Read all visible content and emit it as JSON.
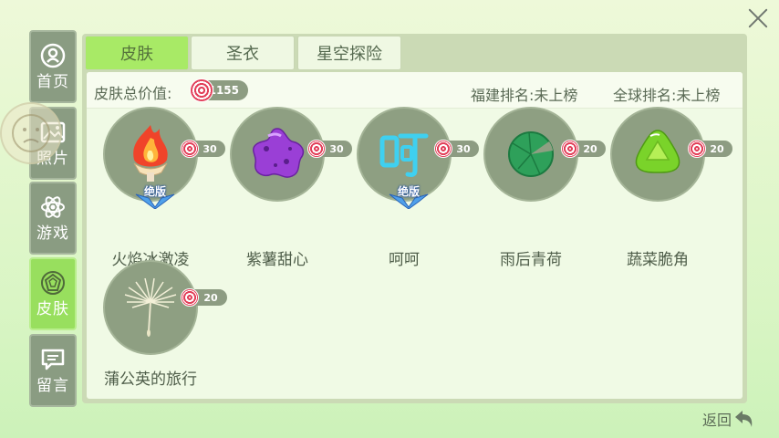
{
  "sidebar": {
    "items": [
      {
        "label": "首页",
        "icon": "profile-icon"
      },
      {
        "label": "照片",
        "icon": "photo-icon"
      },
      {
        "label": "游戏",
        "icon": "atom-icon"
      },
      {
        "label": "皮肤",
        "icon": "diamond-icon",
        "active": true
      },
      {
        "label": "留言",
        "icon": "message-icon"
      }
    ]
  },
  "tabs": [
    {
      "label": "皮肤",
      "active": true
    },
    {
      "label": "圣衣",
      "active": false
    },
    {
      "label": "星空探险",
      "active": false
    }
  ],
  "stats": {
    "total_value_label": "皮肤总价值:",
    "total_value": "1155",
    "province_rank": "福建排名:未上榜",
    "global_rank": "全球排名:未上榜"
  },
  "items": [
    {
      "name": "火焰冰激凌",
      "price": "30",
      "limited": "绝版",
      "icon": "flame-icecream-icon"
    },
    {
      "name": "紫薯甜心",
      "price": "30",
      "limited": "",
      "icon": "purple-blob-icon"
    },
    {
      "name": "呵呵",
      "price": "30",
      "limited": "绝版",
      "icon": "hehe-text-icon"
    },
    {
      "name": "雨后青荷",
      "price": "20",
      "limited": "",
      "icon": "lotus-leaf-icon"
    },
    {
      "name": "蔬菜脆角",
      "price": "20",
      "limited": "",
      "icon": "green-gem-icon"
    },
    {
      "name": "蒲公英的旅行",
      "price": "20",
      "limited": "",
      "icon": "dandelion-icon"
    }
  ],
  "footer": {
    "back_label": "返回"
  },
  "colors": {
    "accent": "#a8ea66",
    "nav_bg": "#8a9c82",
    "candy": "#e2405a"
  }
}
